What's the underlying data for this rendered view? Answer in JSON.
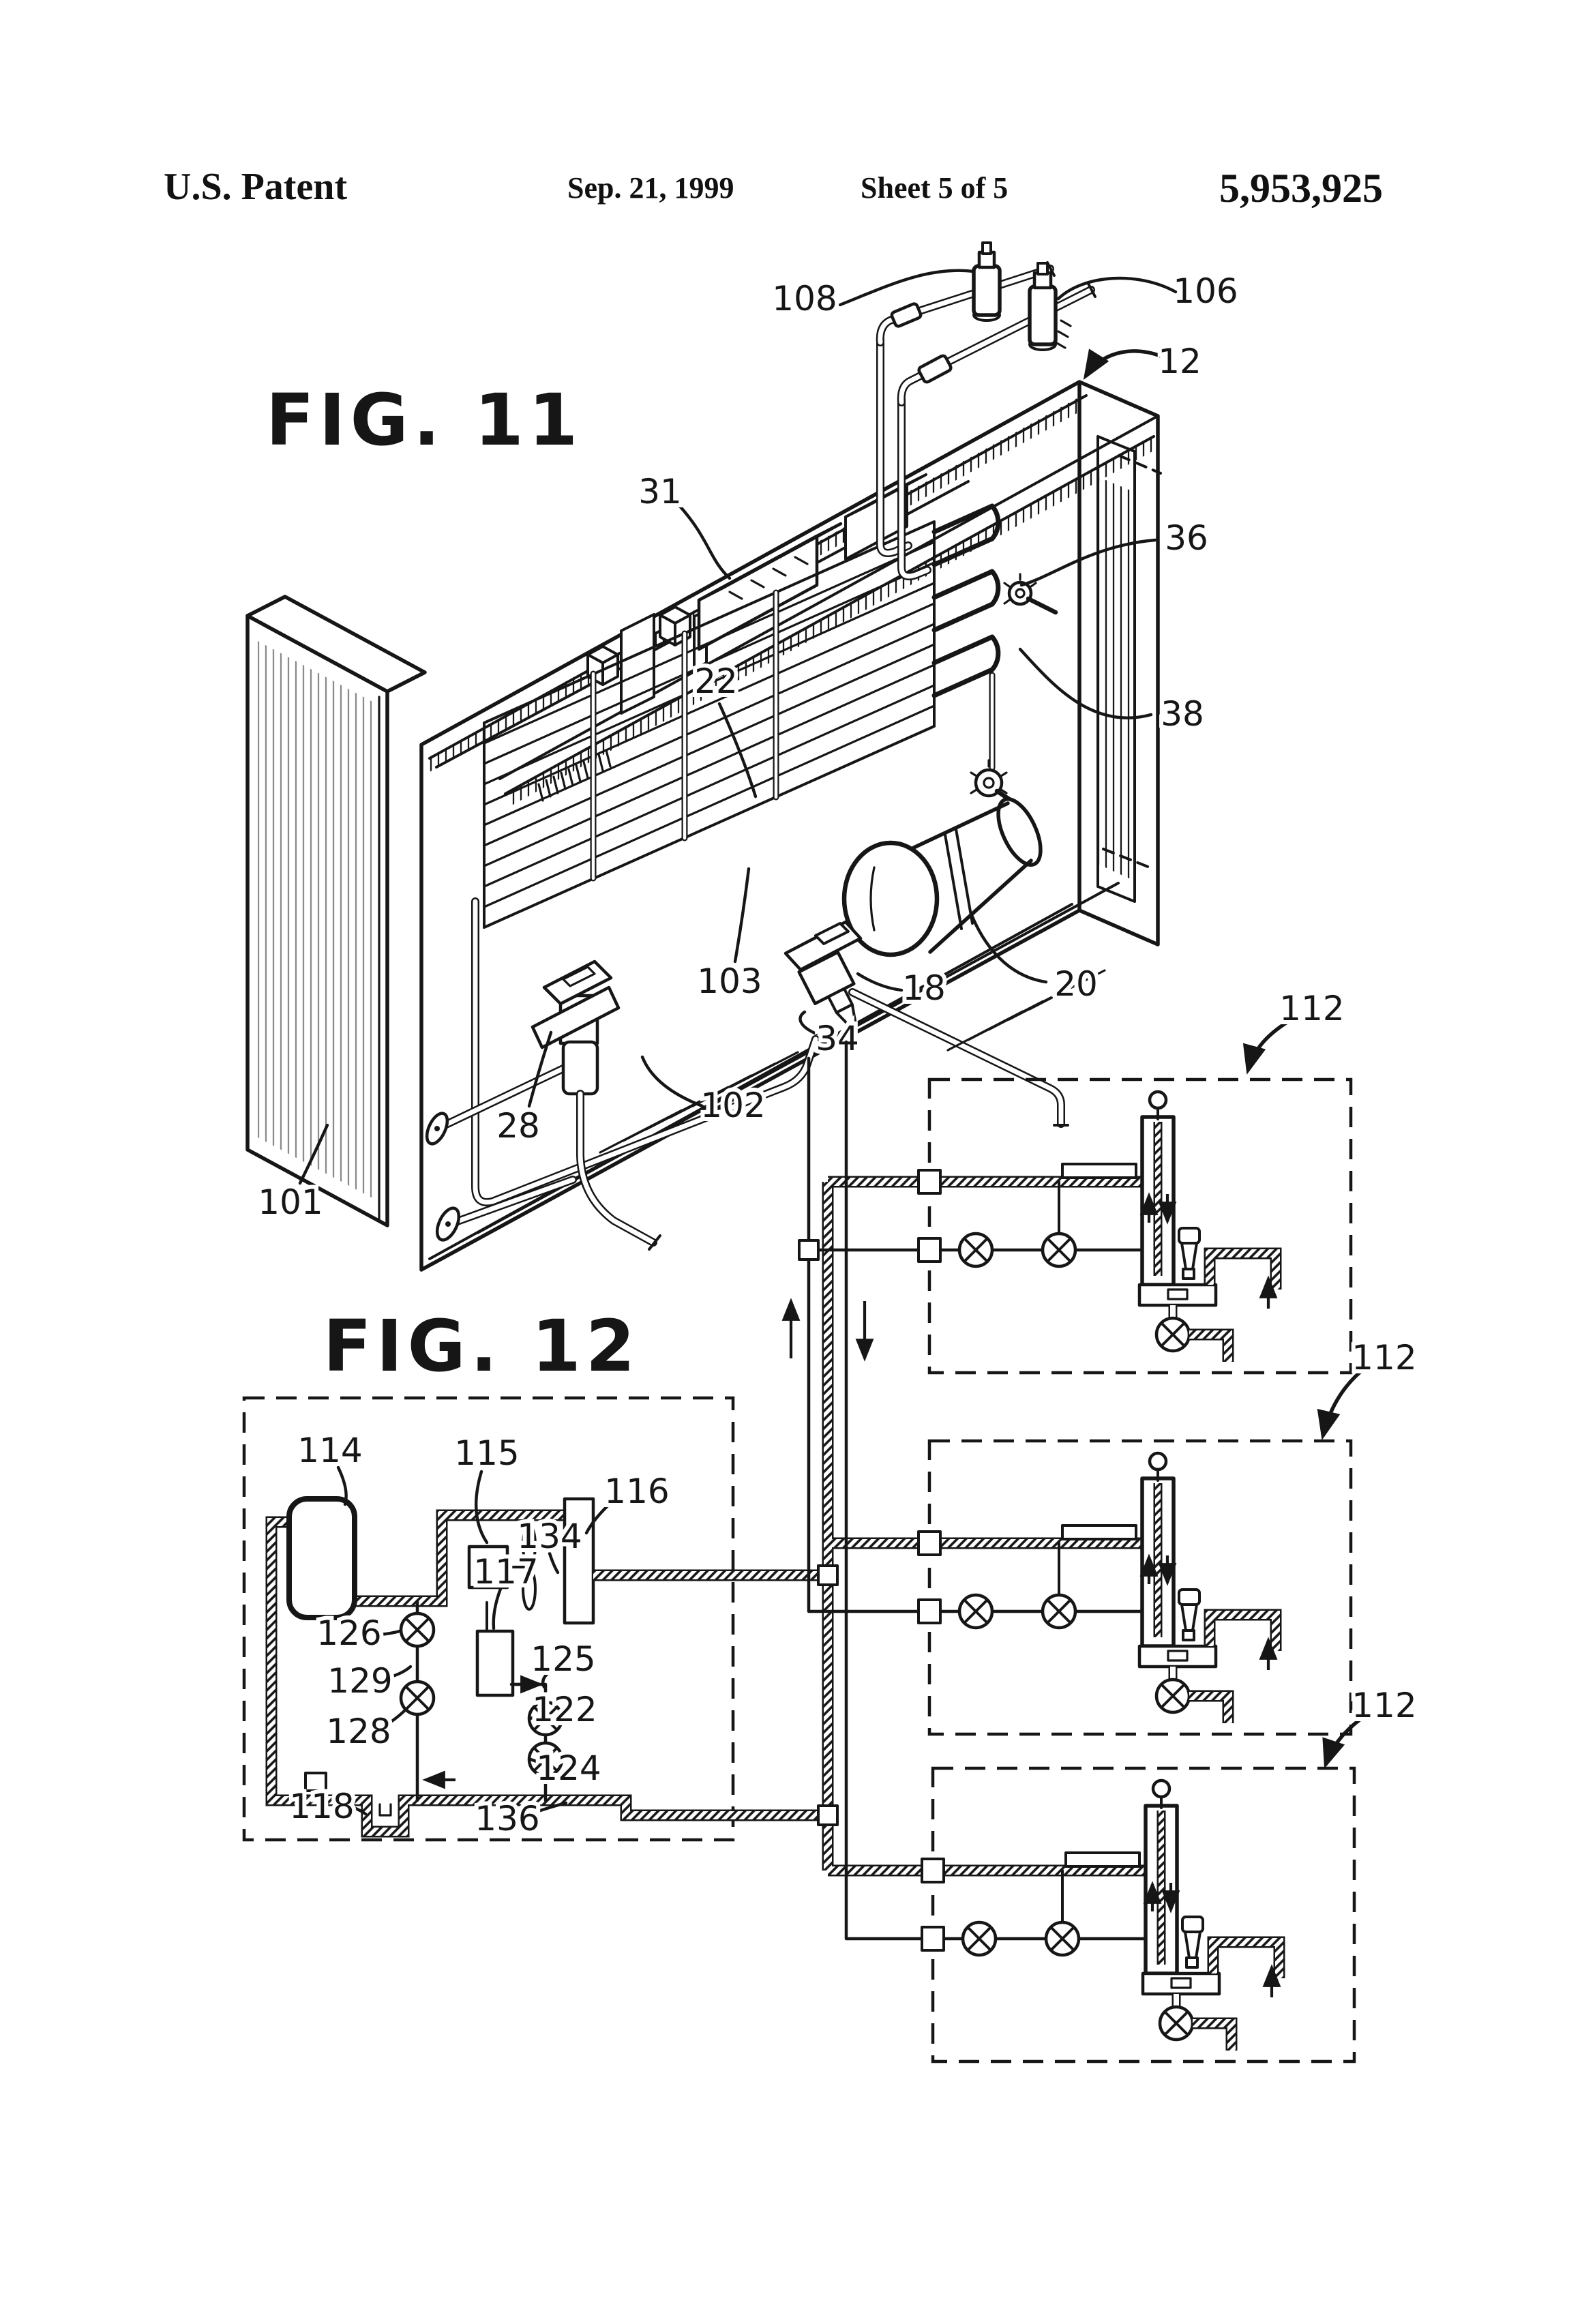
{
  "header": {
    "title": "U.S. Patent",
    "date": "Sep. 21, 1999",
    "sheet": "Sheet 5 of 5",
    "patent_number": "5,953,925"
  },
  "fig11": {
    "caption": "FIG. 11",
    "labels": {
      "n108": "108",
      "n106": "106",
      "n12": "12",
      "n31": "31",
      "n36": "36",
      "n22": "22",
      "n38": "38",
      "n103": "103",
      "n18": "18",
      "n20": "20",
      "n34": "34",
      "n102": "102",
      "n28": "28",
      "n101": "101"
    }
  },
  "fig12": {
    "caption": "FIG. 12",
    "labels": {
      "n114": "114",
      "n115": "115",
      "n116": "116",
      "n117": "117",
      "n134": "134",
      "n126": "126",
      "n129": "129",
      "n128": "128",
      "n125": "125",
      "n122": "122",
      "n124": "124",
      "n118": "118",
      "n136": "136"
    }
  },
  "circuits": {
    "c1": "112",
    "c2": "112",
    "c3": "112"
  },
  "colors": {
    "ink": "#161616",
    "paper": "#ffffff"
  }
}
